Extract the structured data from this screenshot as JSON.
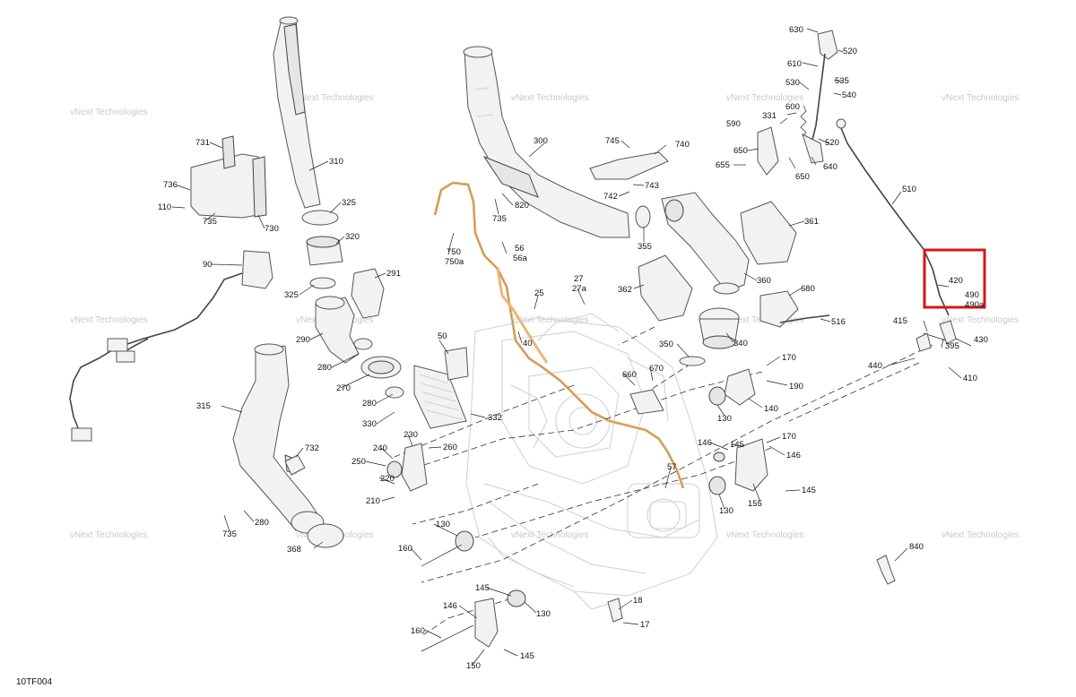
{
  "drawing_code": "10TF004",
  "watermark": "vNext Technologies",
  "colors": {
    "highlight": "#d01818",
    "hose": "#e8b878",
    "line": "#222222"
  },
  "callouts": {
    "c630": "630",
    "c520a": "520",
    "c610": "610",
    "c535": "535",
    "c530": "530",
    "c540": "540",
    "c600": "600",
    "c331": "331",
    "c590": "590",
    "c520b": "520",
    "c650a": "650",
    "c655": "655",
    "c650b": "650",
    "c640": "640",
    "c510": "510",
    "c745": "745",
    "c740": "740",
    "c742": "742",
    "c743": "743",
    "c300": "300",
    "c820": "820",
    "c735a": "735",
    "c355": "355",
    "c361": "361",
    "c362": "362",
    "c360": "360",
    "c680": "680",
    "c516": "516",
    "c340": "340",
    "c350": "350",
    "c670": "670",
    "c660": "660",
    "c170a": "170",
    "c190": "190",
    "c140": "140",
    "c130a": "130",
    "c146a": "146",
    "c145a": "145",
    "c170b": "170",
    "c146b": "146",
    "c155": "155",
    "c145b": "145",
    "c130b": "130",
    "c57": "57",
    "c420": "420",
    "c490": "490",
    "c490a": "490a",
    "c415": "415",
    "c395": "395",
    "c430": "430",
    "c440": "440",
    "c410": "410",
    "c840": "840",
    "c731": "731",
    "c736": "736",
    "c110": "110",
    "c735b": "735",
    "c730": "730",
    "c310": "310",
    "c325a": "325",
    "c320": "320",
    "c325b": "325",
    "c90": "90",
    "c291": "291",
    "c290": "290",
    "c280a": "280",
    "c270": "270",
    "c280b": "280",
    "c330": "330",
    "c750": "750",
    "c750a": "750a",
    "c56": "56",
    "c56a": "56a",
    "c27": "27",
    "c27a": "27a",
    "c25": "25",
    "c50": "50",
    "c40": "40",
    "c332": "332",
    "c315": "315",
    "c732": "732",
    "c240": "240",
    "c230": "230",
    "c260": "260",
    "c250": "250",
    "c220": "220",
    "c210": "210",
    "c280c": "280",
    "c735c": "735",
    "c368": "368",
    "c130c": "130",
    "c160a": "160",
    "c145c": "145",
    "c146c": "146",
    "c130d": "130",
    "c160b": "160",
    "c150": "150",
    "c145d": "145",
    "c18": "18",
    "c17": "17"
  }
}
